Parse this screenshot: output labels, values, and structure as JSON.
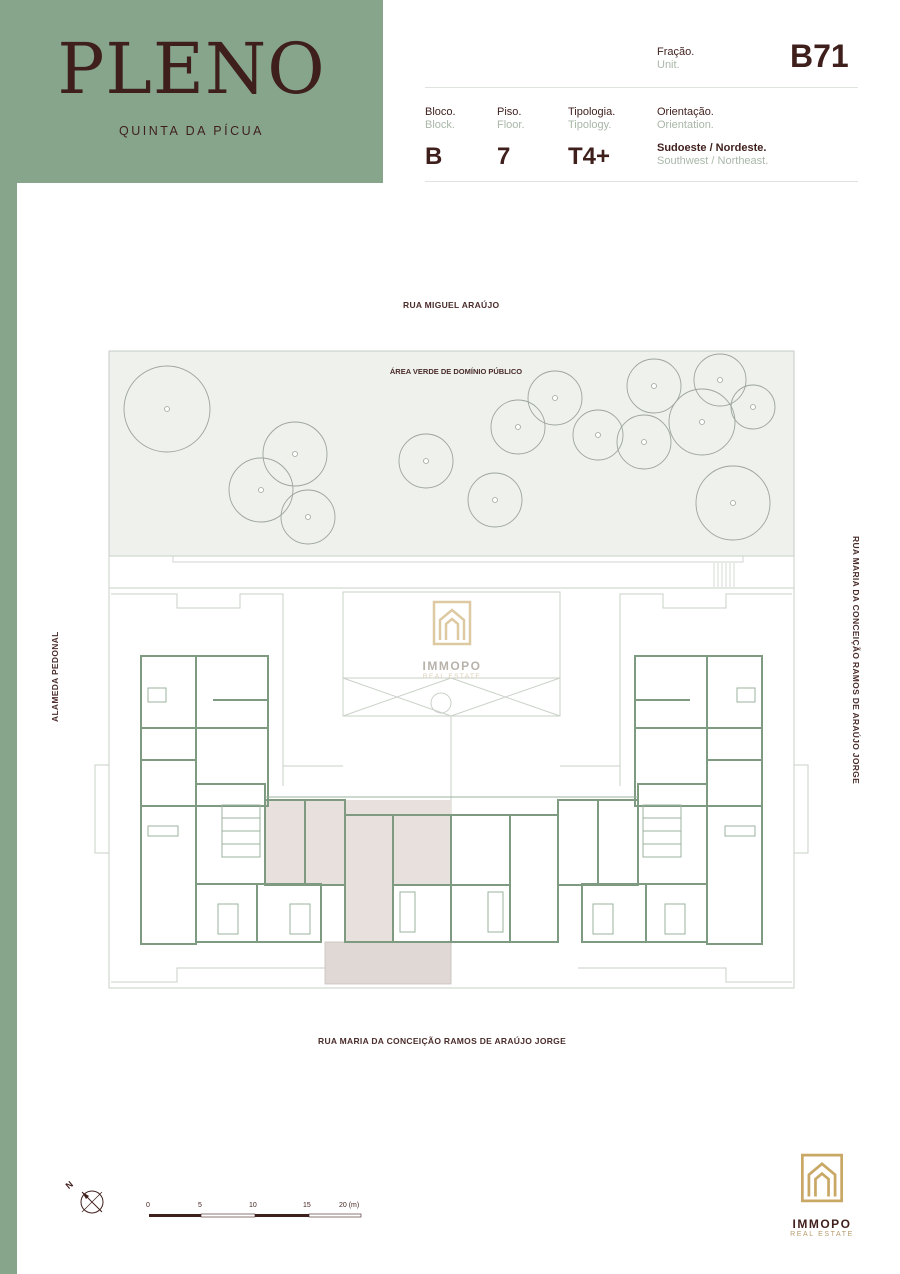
{
  "brand": {
    "title": "PLENO",
    "subtitle": "QUINTA DA PÍCUA"
  },
  "unit": {
    "label_pt": "Fração.",
    "label_en": "Unit.",
    "value": "B71"
  },
  "block": {
    "label_pt": "Bloco.",
    "label_en": "Block.",
    "value": "B"
  },
  "floor": {
    "label_pt": "Piso.",
    "label_en": "Floor.",
    "value": "7"
  },
  "typology": {
    "label_pt": "Tipologia.",
    "label_en": "Tipology.",
    "value": "T4+"
  },
  "orientation": {
    "label_pt": "Orientação.",
    "label_en": "Orientation.",
    "value_pt": "Sudoeste / Nordeste.",
    "value_en": "Southwest / Northeast."
  },
  "streets": {
    "top": "RUA MIGUEL ARAÚJO",
    "bottom": "RUA MARIA DA CONCEIÇÃO RAMOS DE ARAÚJO JORGE",
    "right": "RUA MARIA DA CONCEIÇÃO RAMOS DE ARAÚJO JORGE",
    "left": "ALAMEDA PEDONAL"
  },
  "green_area": {
    "label": "ÁREA VERDE DE DOMÍNIO PÚBLICO"
  },
  "watermark": {
    "name": "IMMOPO",
    "tagline": "REAL ESTATE"
  },
  "compass": {
    "label": "N",
    "icon": "north-arrow-icon"
  },
  "scale": {
    "ticks": [
      "0",
      "5",
      "10",
      "15",
      "20 (m)"
    ]
  },
  "footer_logo": {
    "name": "IMMOPO",
    "tagline": "REAL ESTATE",
    "icon": "immopo-logo-icon"
  },
  "colors": {
    "brand_green": "#86a58b",
    "brand_text": "#3f1f1c",
    "plan_wall": "#7e9a80",
    "green_area_fill": "#eef1ec",
    "unit_highlight": "#e8e0dc",
    "logo_gold": "#c9a866"
  }
}
